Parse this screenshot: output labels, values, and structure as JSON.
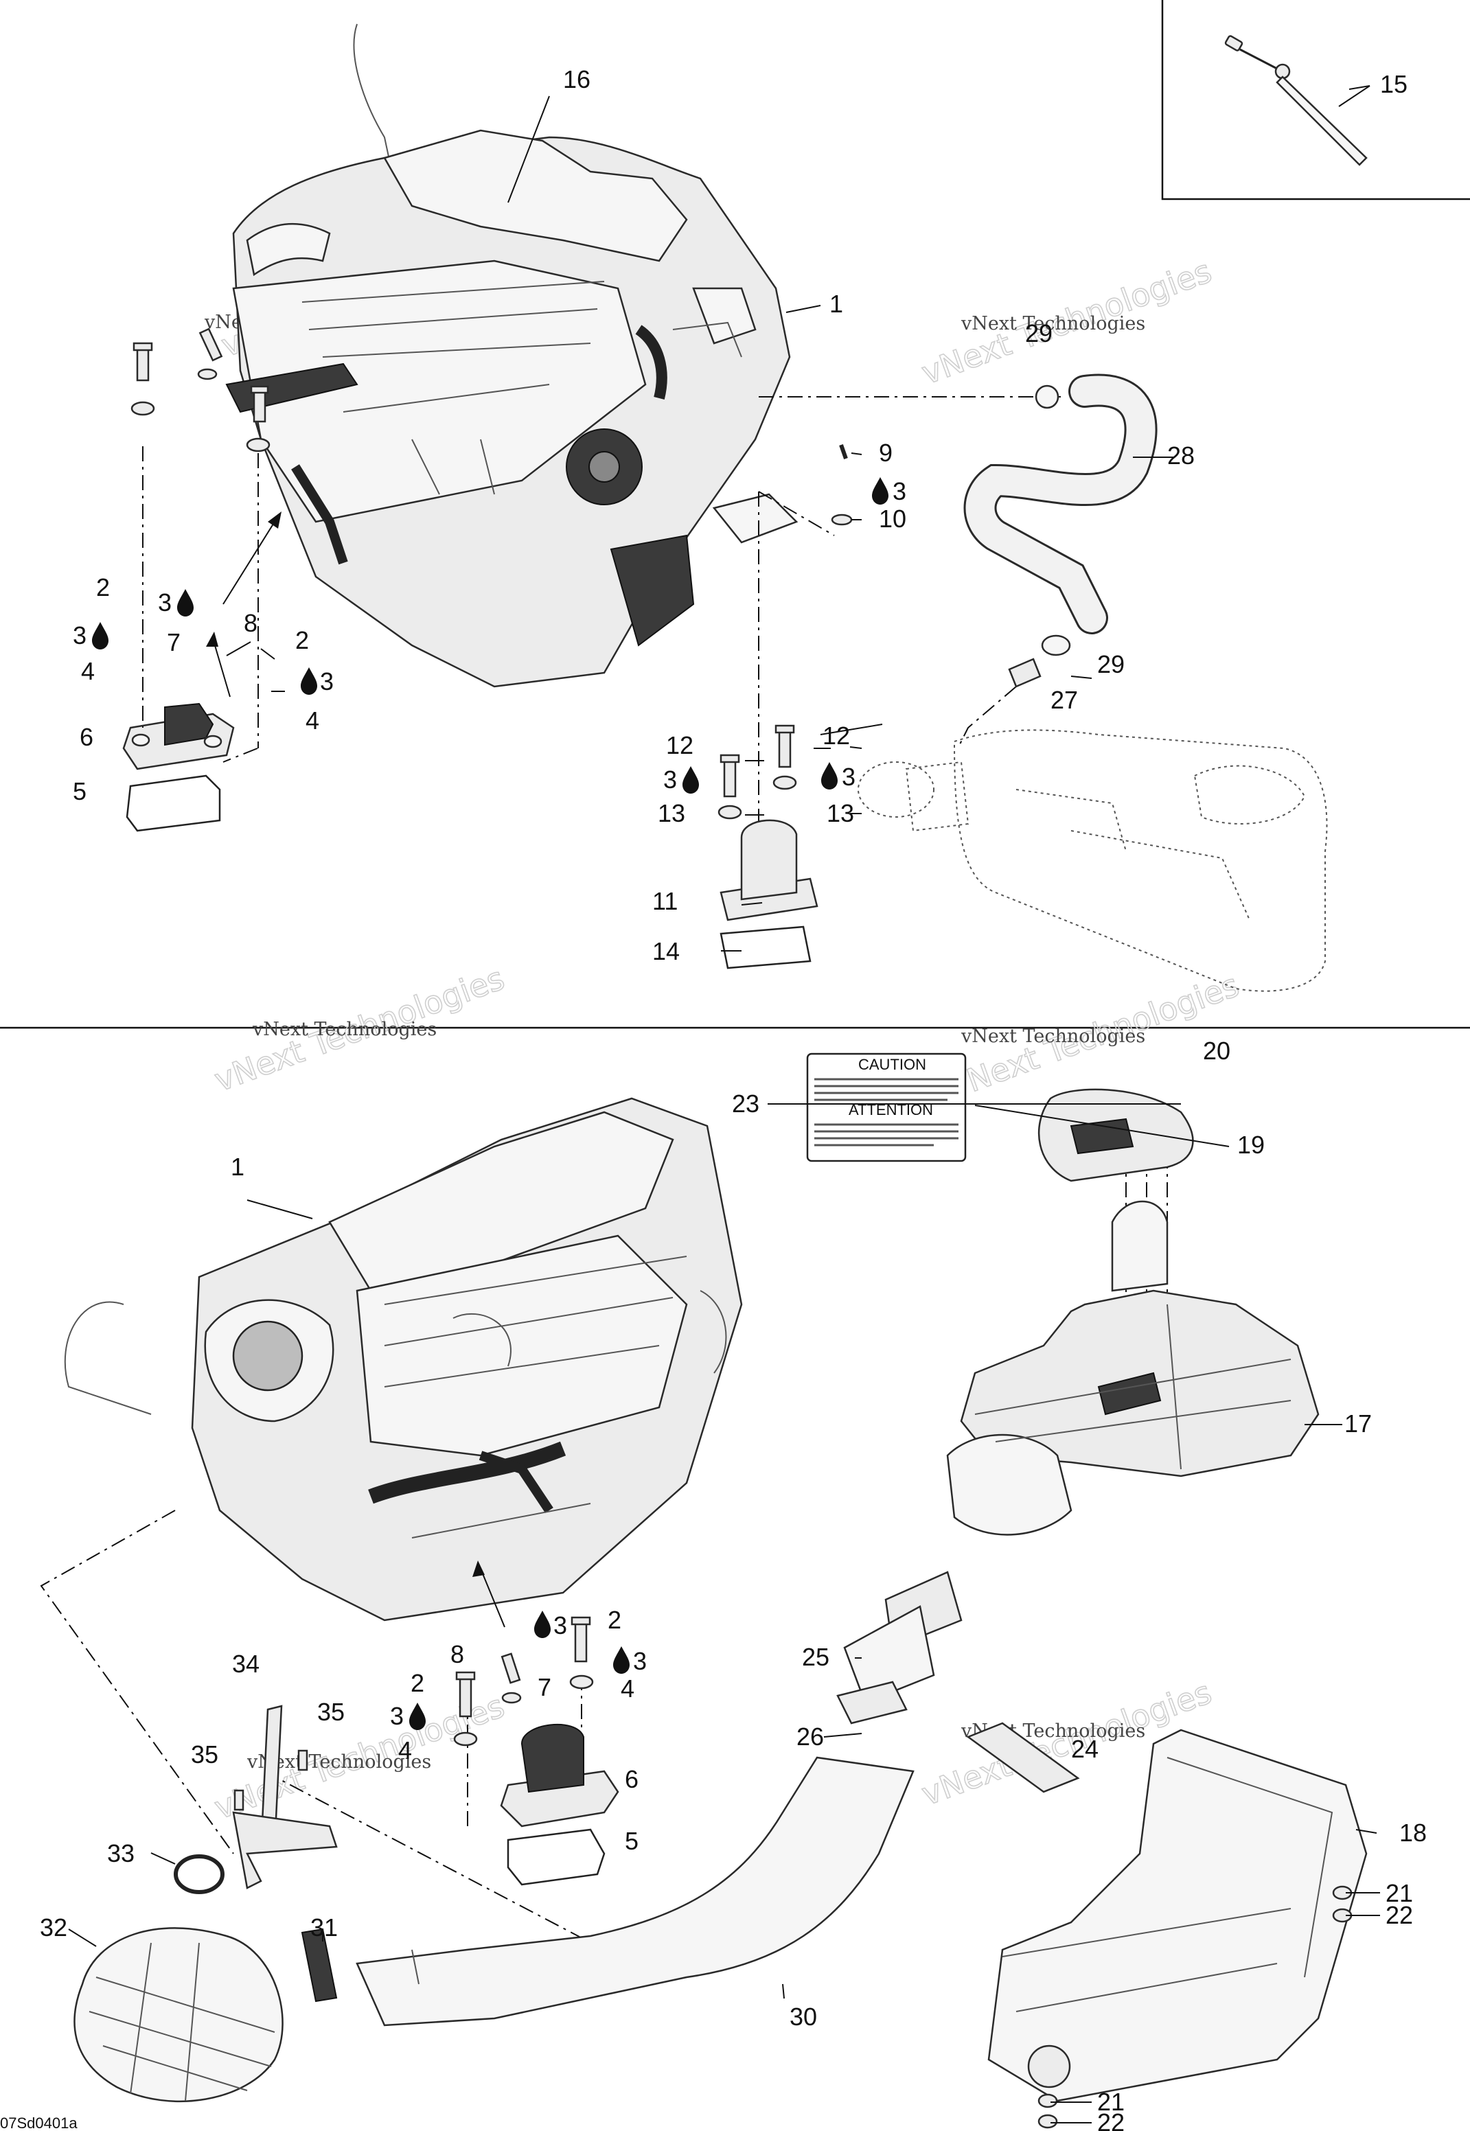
{
  "drawing_code": "07Sd0401a",
  "watermark_small": "vNext Technologies",
  "watermark_large": "vNext Technologies",
  "caution_label": {
    "heading_1": "CAUTION",
    "heading_2": "ATTENTION"
  },
  "icons": {
    "drop": "oil-drop-icon"
  },
  "callouts": [
    {
      "id": "c16",
      "text": "16"
    },
    {
      "id": "c15",
      "text": "15"
    },
    {
      "id": "c1a",
      "text": "1"
    },
    {
      "id": "c29a",
      "text": "29"
    },
    {
      "id": "c28",
      "text": "28"
    },
    {
      "id": "c9",
      "text": "9"
    },
    {
      "id": "c3a",
      "text": "3"
    },
    {
      "id": "c10",
      "text": "10"
    },
    {
      "id": "c2a",
      "text": "2"
    },
    {
      "id": "c3b",
      "text": "3"
    },
    {
      "id": "c8a",
      "text": "8"
    },
    {
      "id": "c3c",
      "text": "3"
    },
    {
      "id": "c7a",
      "text": "7"
    },
    {
      "id": "c2b",
      "text": "2"
    },
    {
      "id": "c4a",
      "text": "4"
    },
    {
      "id": "c3d",
      "text": "3"
    },
    {
      "id": "c4b",
      "text": "4"
    },
    {
      "id": "c6a",
      "text": "6"
    },
    {
      "id": "c5a",
      "text": "5"
    },
    {
      "id": "c29b",
      "text": "29"
    },
    {
      "id": "c27",
      "text": "27"
    },
    {
      "id": "c12a",
      "text": "12"
    },
    {
      "id": "c12b",
      "text": "12"
    },
    {
      "id": "c3e",
      "text": "3"
    },
    {
      "id": "c3f",
      "text": "3"
    },
    {
      "id": "c13a",
      "text": "13"
    },
    {
      "id": "c13b",
      "text": "13"
    },
    {
      "id": "c11",
      "text": "11"
    },
    {
      "id": "c14",
      "text": "14"
    },
    {
      "id": "c20",
      "text": "20"
    },
    {
      "id": "c23",
      "text": "23"
    },
    {
      "id": "c19",
      "text": "19"
    },
    {
      "id": "c1b",
      "text": "1"
    },
    {
      "id": "c17",
      "text": "17"
    },
    {
      "id": "c3g",
      "text": "3"
    },
    {
      "id": "c2c",
      "text": "2"
    },
    {
      "id": "c8b",
      "text": "8"
    },
    {
      "id": "c3h",
      "text": "3"
    },
    {
      "id": "c2d",
      "text": "2"
    },
    {
      "id": "c7b",
      "text": "7"
    },
    {
      "id": "c3i",
      "text": "3"
    },
    {
      "id": "c4c",
      "text": "4"
    },
    {
      "id": "c4d",
      "text": "4"
    },
    {
      "id": "c6b",
      "text": "6"
    },
    {
      "id": "c5b",
      "text": "5"
    },
    {
      "id": "c25",
      "text": "25"
    },
    {
      "id": "c34a",
      "text": "34"
    },
    {
      "id": "c35a",
      "text": "35"
    },
    {
      "id": "c35b",
      "text": "35"
    },
    {
      "id": "c26",
      "text": "26"
    },
    {
      "id": "c24",
      "text": "24"
    },
    {
      "id": "c18",
      "text": "18"
    },
    {
      "id": "c33",
      "text": "33"
    },
    {
      "id": "c32",
      "text": "32"
    },
    {
      "id": "c31",
      "text": "31"
    },
    {
      "id": "c30",
      "text": "30"
    },
    {
      "id": "c21a",
      "text": "21"
    },
    {
      "id": "c22a",
      "text": "22"
    },
    {
      "id": "c21b",
      "text": "21"
    },
    {
      "id": "c22b",
      "text": "22"
    }
  ]
}
